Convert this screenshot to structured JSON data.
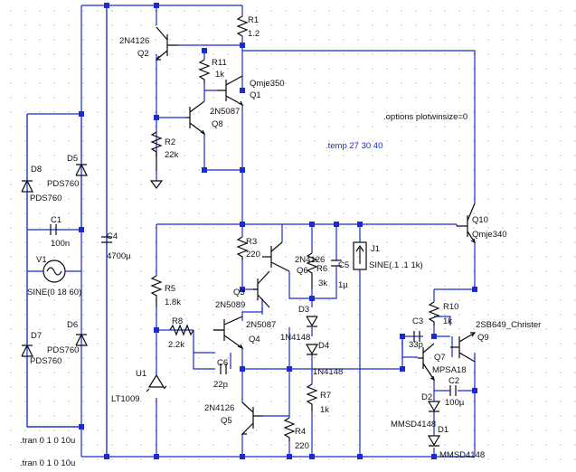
{
  "directives": {
    "options": ".options plotwinsize=0",
    "temp": ".temp 27 30 40",
    "tran_1": ".tran 0 1 0 10u",
    "tran_2": ".tran 0 1 0 10u"
  },
  "components": {
    "r1": {
      "ref": "R1",
      "value": "1.2"
    },
    "q2": {
      "ref": "Q2",
      "model": "2N4126"
    },
    "r11": {
      "ref": "R11",
      "value": "1k"
    },
    "q1": {
      "ref": "Q1",
      "model": "Qmje350"
    },
    "q8": {
      "ref": "Q8",
      "model": "2N5087"
    },
    "r2": {
      "ref": "R2",
      "value": "22k"
    },
    "d8": {
      "ref": "D8",
      "model": "PDS760"
    },
    "d5": {
      "ref": "D5",
      "model": "PDS760"
    },
    "c1": {
      "ref": "C1",
      "value": "100n"
    },
    "v1": {
      "ref": "V1",
      "value": "SINE(0 18 60)"
    },
    "c4": {
      "ref": "C4",
      "value": "4700µ"
    },
    "d6": {
      "ref": "D6",
      "model": "PDS760"
    },
    "d7": {
      "ref": "D7",
      "model": "PDS760"
    },
    "r3": {
      "ref": "R3",
      "value": "220"
    },
    "q6": {
      "ref": "Q6",
      "model": "2N4126"
    },
    "r6": {
      "ref": "R6",
      "value": "3k"
    },
    "c5": {
      "ref": "C5",
      "value": "1µ"
    },
    "j1": {
      "ref": "J1",
      "value": "SINE(.1 .1 1k)"
    },
    "q3": {
      "ref": "Q3",
      "model": "2N5089"
    },
    "d3": {
      "ref": "D3",
      "model": "1N4148"
    },
    "q4": {
      "ref": "Q4",
      "model": "2N5087"
    },
    "d4": {
      "ref": "D4",
      "model": "1N4148"
    },
    "r5": {
      "ref": "R5",
      "value": "1.8k"
    },
    "r8": {
      "ref": "R8",
      "value": "2.2k"
    },
    "c6": {
      "ref": "C6",
      "value": "22p"
    },
    "u1": {
      "ref": "U1",
      "model": "LT1009"
    },
    "r7": {
      "ref": "R7",
      "value": "1k"
    },
    "q5": {
      "ref": "Q5",
      "model": "2N4126"
    },
    "r4": {
      "ref": "R4",
      "value": "220"
    },
    "q10": {
      "ref": "Q10",
      "model": "Qmje340"
    },
    "r10": {
      "ref": "R10",
      "value": "1k"
    },
    "q9": {
      "ref": "Q9",
      "model": "2SB649_Christer"
    },
    "c3": {
      "ref": "C3",
      "value": "33p"
    },
    "q7": {
      "ref": "Q7",
      "model": "MPSA18"
    },
    "c2": {
      "ref": "C2",
      "value": "100µ"
    },
    "d2": {
      "ref": "D2",
      "model": "MMSD4148"
    },
    "d1": {
      "ref": "D1",
      "model": "MMSD4148"
    }
  },
  "colors": {
    "wire": "#1a2bd0",
    "component": "#0a0a0a",
    "background": "#ffffff"
  }
}
